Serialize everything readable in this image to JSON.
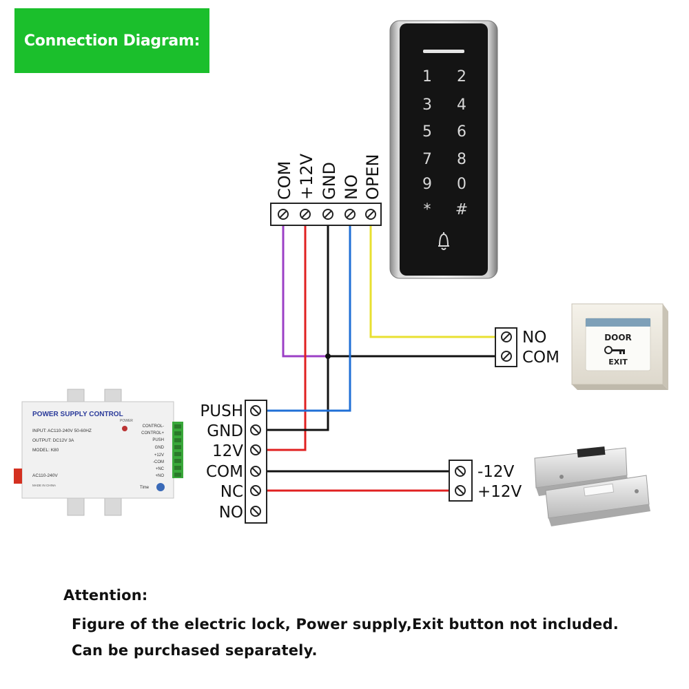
{
  "header": {
    "title": "Connection Diagram:"
  },
  "keypad": {
    "keys": [
      "1",
      "2",
      "3",
      "4",
      "5",
      "6",
      "7",
      "8",
      "9",
      "0",
      "*",
      "#"
    ],
    "bell_icon": "bell-icon",
    "terminals": [
      "COM",
      "+12V",
      "GND",
      "NO",
      "OPEN"
    ]
  },
  "power_supply": {
    "title": "POWER SUPPLY CONTROL",
    "power_label": "POWER",
    "input": "INPUT: AC110-240V  50-60HZ",
    "output": "OUTPUT: DC12V  3A",
    "model": "MODEL: K80",
    "ac_label": "AC110-240V",
    "made_in": "MADE IN CHINA",
    "time_label": "Time",
    "side_labels": [
      "CONTROL-",
      "CONTROL+",
      "PUSH",
      "GND",
      "+12V",
      "-COM",
      "+NC",
      "+NO"
    ],
    "terminals": [
      "PUSH",
      "GND",
      "12V",
      "COM",
      "NC",
      "NO"
    ]
  },
  "exit_button": {
    "terminals": [
      "NO",
      "COM"
    ],
    "door_label": "DOOR",
    "exit_label": "EXIT"
  },
  "lock": {
    "terminals": [
      "-12V",
      "+12V"
    ]
  },
  "wires": {
    "purple": "#9b3fc6",
    "red": "#e02020",
    "black": "#111111",
    "blue": "#1f6fd6",
    "yellow": "#e8e030"
  },
  "note": {
    "title": "Attention:",
    "line1": "Figure of the electric lock, Power supply,Exit button not included.",
    "line2": "Can be purchased separately."
  }
}
